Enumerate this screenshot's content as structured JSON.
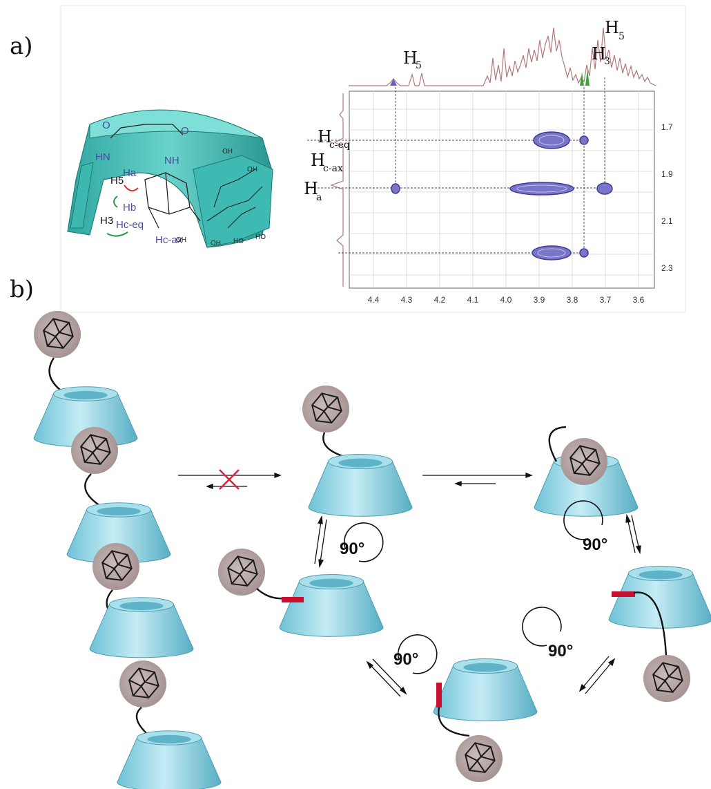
{
  "panel_a": {
    "label": "a)",
    "molecule": {
      "labels": {
        "o1": "O",
        "o2": "O",
        "hn": "HN",
        "nh": "NH",
        "h5": "H5",
        "ha": "Ha",
        "hb": "Hb",
        "h3": "H3",
        "hceq": "Hc-eq",
        "hcax": "Hc-ax"
      },
      "sugar_labels": [
        "OH",
        "OH",
        "OH",
        "HO",
        "HO",
        "OH"
      ]
    },
    "spectrum": {
      "top_peaks": [
        {
          "main": "H",
          "sub": "5"
        },
        {
          "main": "H",
          "sub": "3"
        },
        {
          "main": "H",
          "sub": "5"
        }
      ],
      "side_peaks": [
        {
          "main": "H",
          "sub": "c-eq"
        },
        {
          "main": "H",
          "sub": "c-ax"
        },
        {
          "main": "H",
          "sub": "a"
        }
      ],
      "x_ticks": [
        "4.4",
        "4.3",
        "4.2",
        "4.1",
        "4.0",
        "3.9",
        "3.8",
        "3.7",
        "3.6"
      ],
      "y_ticks": [
        "1.7",
        "1.9",
        "2.1",
        "2.3"
      ],
      "colors": {
        "contour": "#4a4aa8",
        "trace": "#b07878",
        "green_peak": "#3aa53a"
      }
    }
  },
  "panel_b": {
    "label": "b)",
    "rotations": [
      "90°",
      "90°",
      "90°",
      "90°"
    ],
    "colors": {
      "cup": "#8ed3e4",
      "cup_dark": "#5fb3c8",
      "adamantane": "#b8a8a8",
      "stopper": "#c8102e",
      "cross": "#d7263d"
    }
  }
}
